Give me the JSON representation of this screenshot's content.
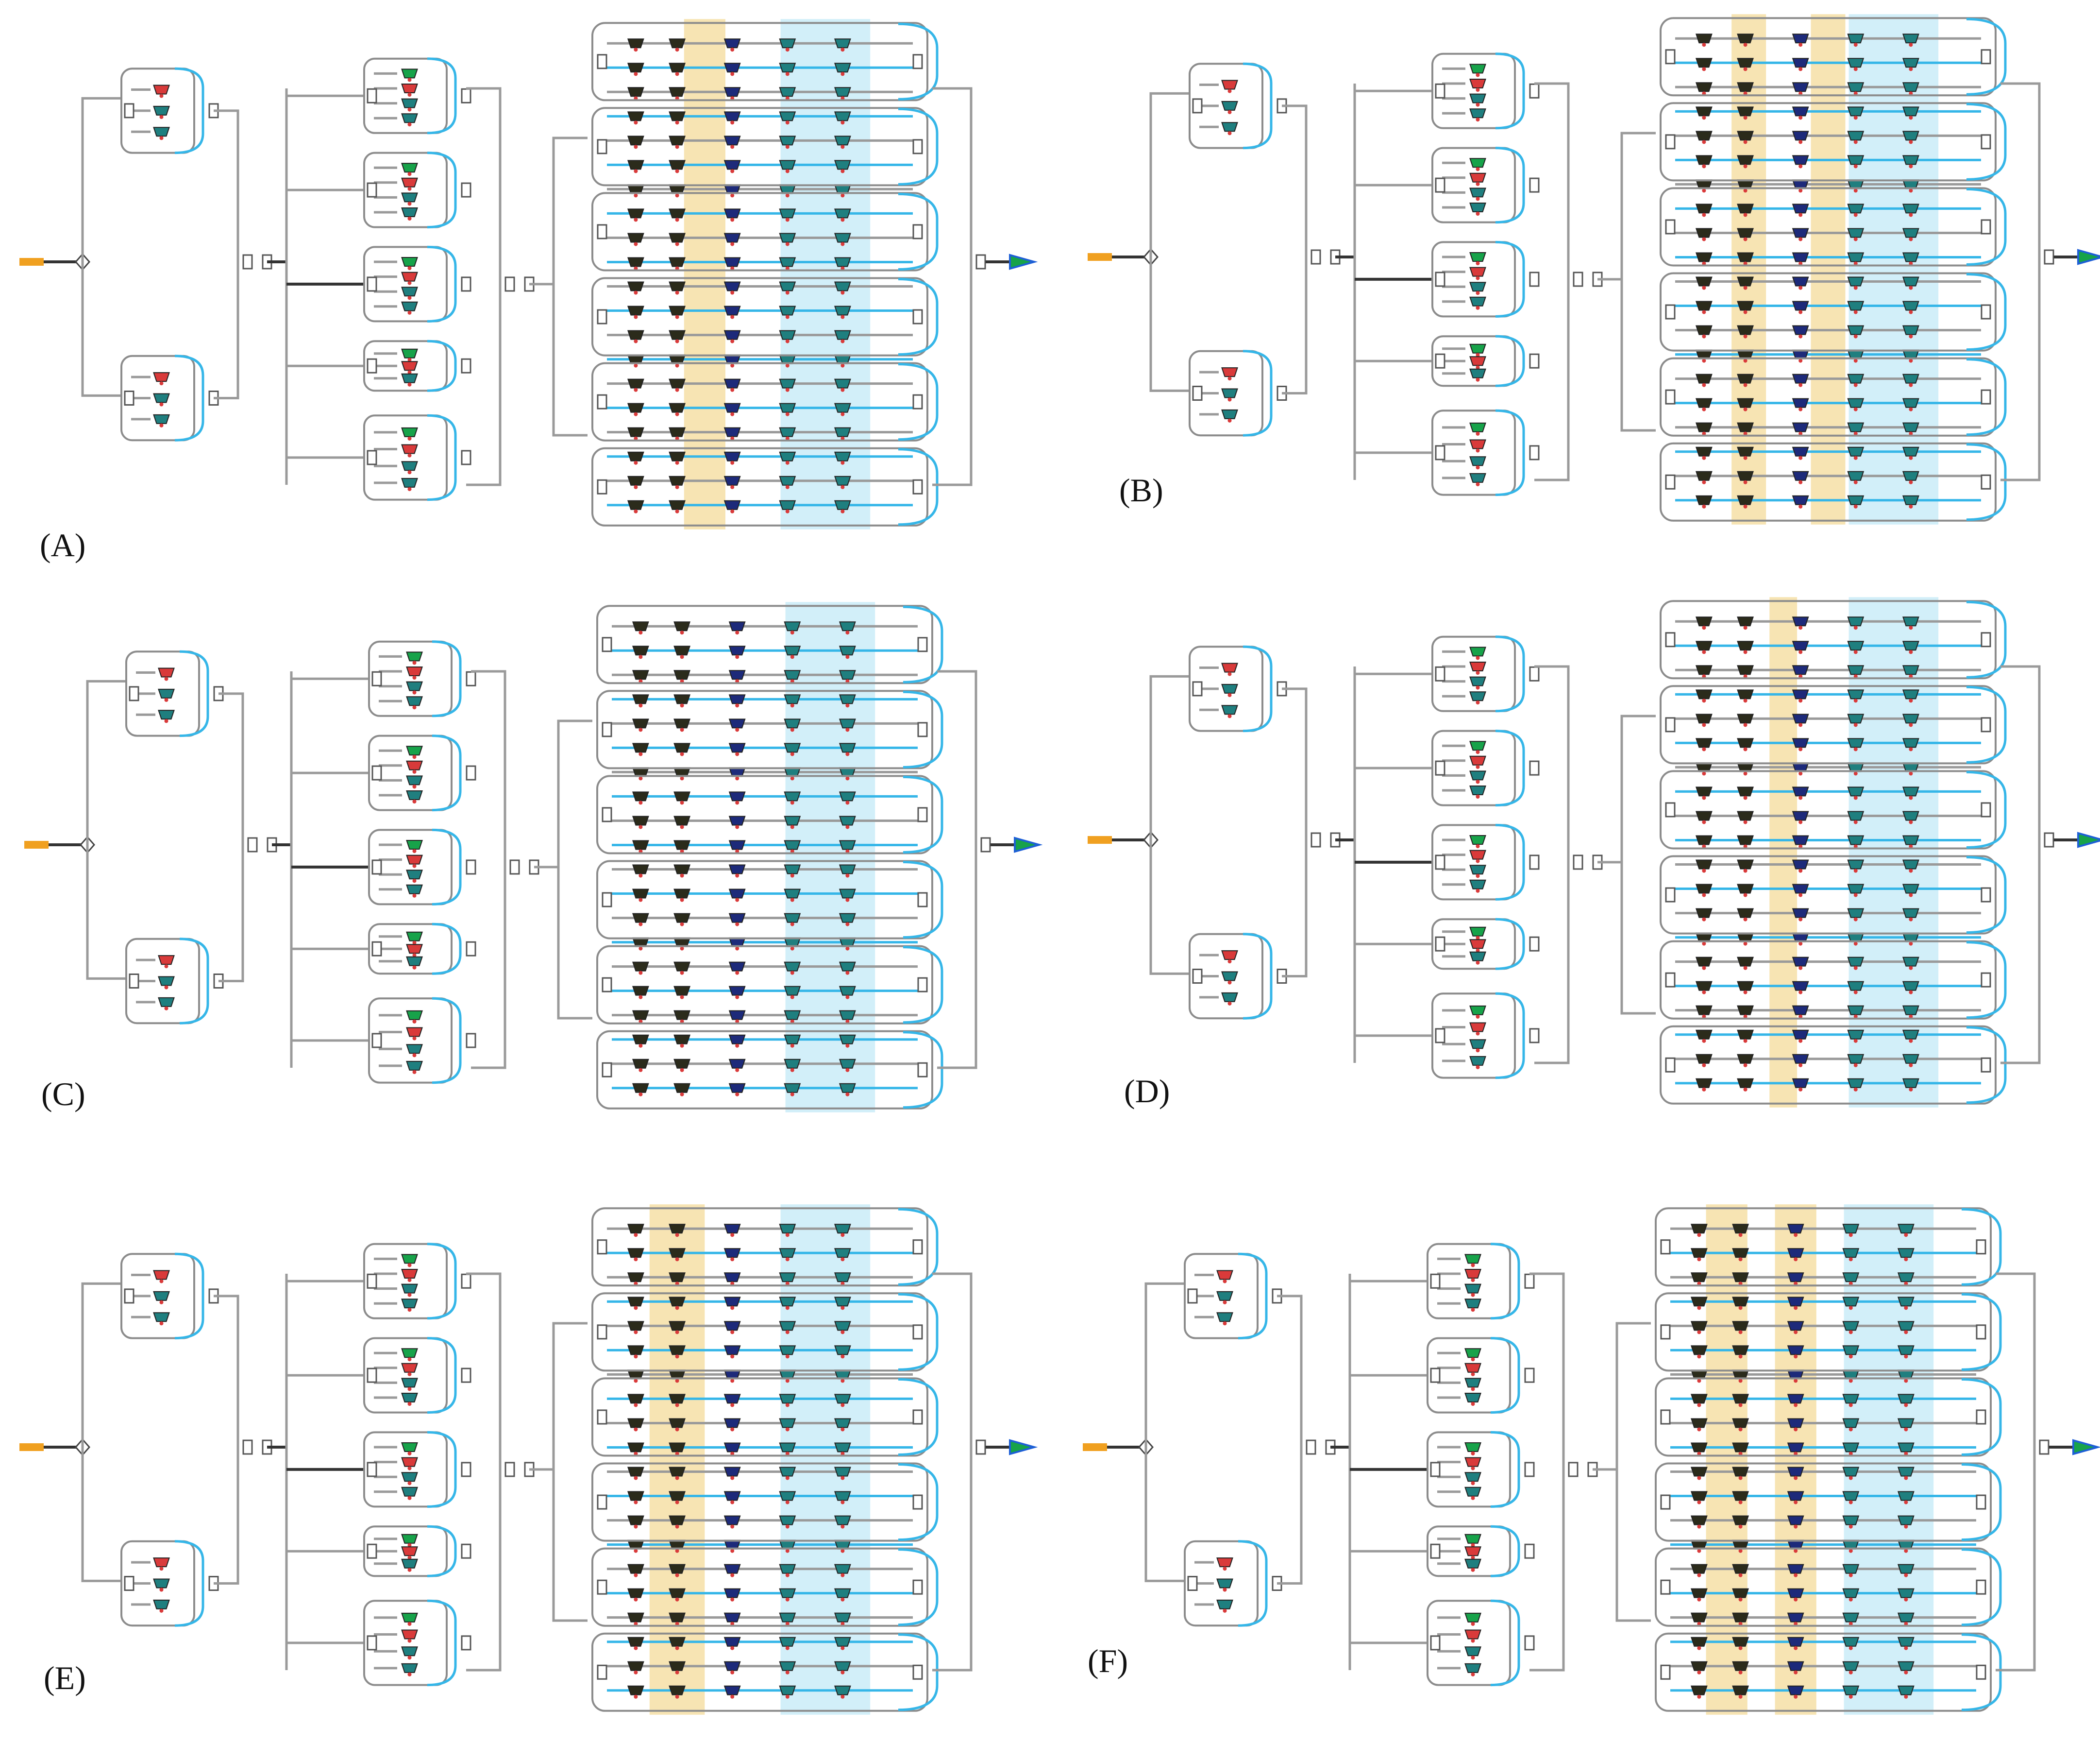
{
  "canvas": {
    "background": "#ffffff"
  },
  "colors": {
    "wire": "#9a9a9a",
    "wire_dark": "#333333",
    "recycle_loop": "#35b6e8",
    "stage_band": "#f6dfa6",
    "unit_teal": "#1f7f7f",
    "unit_green": "#17a34a",
    "unit_red": "#d93a3a",
    "unit_navy": "#1d2a7a",
    "unit_dark": "#2b2b1b",
    "feed_orange": "#f0a020",
    "product_blue": "#1e5fd6"
  },
  "panels": [
    {
      "id": "A",
      "label": "(A)",
      "variant": "narrow-bands"
    },
    {
      "id": "B",
      "label": "(B)",
      "variant": "double-bands"
    },
    {
      "id": "C",
      "label": "(C)",
      "variant": "plain"
    },
    {
      "id": "D",
      "label": "(D)",
      "variant": "dense"
    },
    {
      "id": "E",
      "label": "(E)",
      "variant": "wide-columns"
    },
    {
      "id": "F",
      "label": "(F)",
      "variant": "wide-columns-double"
    }
  ]
}
